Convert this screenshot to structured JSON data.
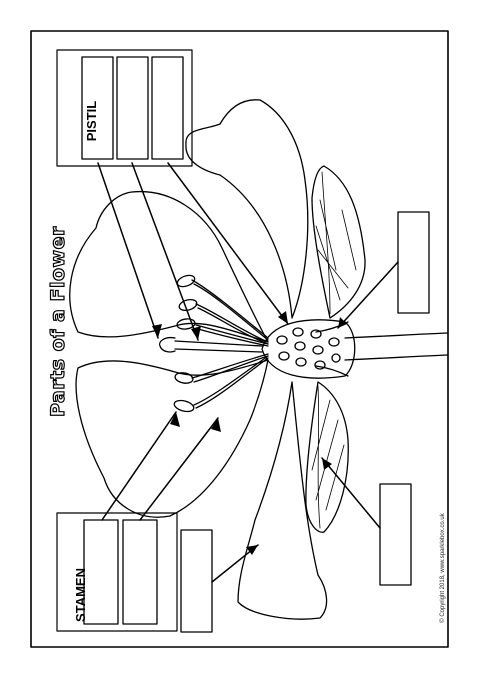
{
  "worksheet": {
    "title": "Parts of a Flower",
    "pistil_label": "PISTIL",
    "stamen_label": "STAMEN",
    "copyright": "© Copyright 2018, www.sparklebox.co.uk"
  }
}
